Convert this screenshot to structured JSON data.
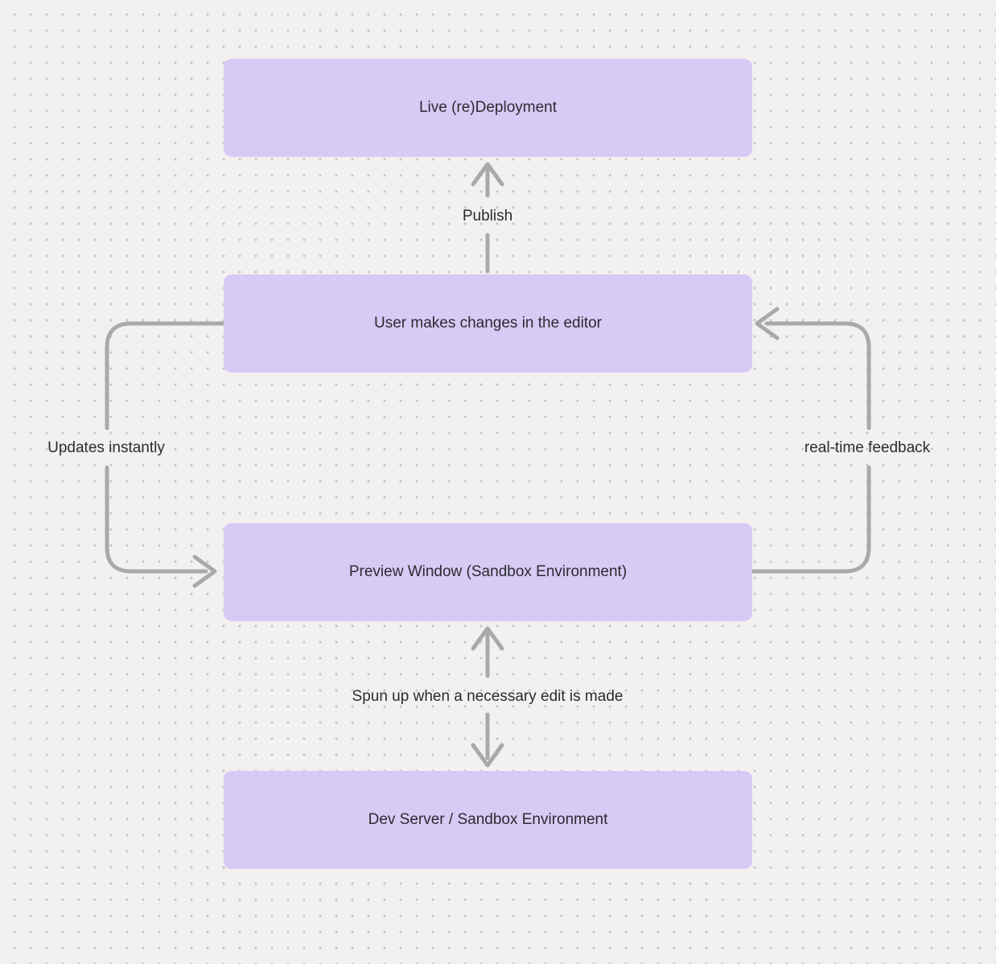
{
  "diagram": {
    "nodes": [
      {
        "id": "live-redeployment",
        "label": "Live (re)Deployment"
      },
      {
        "id": "user-editor",
        "label": "User makes changes in the editor"
      },
      {
        "id": "preview-window",
        "label": "Preview Window (Sandbox Environment)"
      },
      {
        "id": "dev-server",
        "label": "Dev Server / Sandbox Environment"
      }
    ],
    "edges": [
      {
        "from": "user-editor",
        "to": "live-redeployment",
        "label": "Publish",
        "direction": "up"
      },
      {
        "from": "user-editor",
        "to": "preview-window",
        "label": "Updates instantly",
        "side": "left",
        "direction": "down"
      },
      {
        "from": "preview-window",
        "to": "user-editor",
        "label": "real-time feedback",
        "side": "right",
        "direction": "up"
      },
      {
        "from": "preview-window",
        "to": "dev-server",
        "label": "Spun up when a necessary edit is made",
        "direction": "both"
      }
    ],
    "colors": {
      "background": "#f2f1f0",
      "dot": "#c7c5c3",
      "node_fill": "#d7cbf5",
      "node_text": "#2b2b30",
      "arrow": "#a9a9a9"
    }
  }
}
